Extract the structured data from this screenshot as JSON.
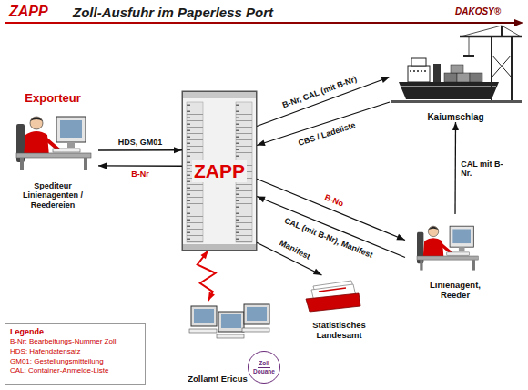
{
  "diagram": {
    "title": "Zoll-Ausfuhr im Paperless Port",
    "nodes": [
      {
        "text": [
          "Exporteur",
          "Spediteur Linienagenten / Reedereien"
        ]
      },
      {
        "text": [
          "ZAPP"
        ]
      },
      {
        "text": [
          "Kaiumschlag"
        ]
      },
      {
        "text": [
          "Linienagent, Reeder"
        ]
      },
      {
        "text": [
          "Statistisches Landesamt"
        ]
      },
      {
        "text": [
          "Zollamt Ericus"
        ]
      },
      {
        "text": [
          "Zoll",
          "Douane"
        ]
      }
    ],
    "edges": [
      {
        "from": 0,
        "to": 1,
        "label": "HDS, GM01",
        "arrow": "to"
      },
      {
        "from": 1,
        "to": 0,
        "label": "B-Nr",
        "arrow": "to"
      },
      {
        "from": 1,
        "to": 2,
        "label": "B-Nr, CAL (mit B-Nr)",
        "arrow": "to"
      },
      {
        "from": 2,
        "to": 1,
        "label": "CBS / Ladeliste",
        "arrow": "to"
      },
      {
        "from": 1,
        "to": 3,
        "label": "B-No",
        "arrow": "to"
      },
      {
        "from": 3,
        "to": 1,
        "label": "CAL (mit B-Nr), Manifest",
        "arrow": "to"
      },
      {
        "from": 3,
        "to": 2,
        "label": "CAL mit B-Nr.",
        "arrow": "to"
      },
      {
        "from": 1,
        "to": 4,
        "label": "Manifest",
        "arrow": "to"
      },
      {
        "from": 1,
        "to": 5,
        "arrow": "both"
      }
    ],
    "labels": [
      "ZAPP",
      "DAKOSY®",
      "Legende"
    ],
    "legend": [
      {
        "text": "B-Nr: Bearbeitungs-Nummer Zoll"
      },
      {
        "text": "HDS: Hafendatensatz"
      },
      {
        "text": "GM01: Gestellungsmitteilung"
      },
      {
        "text": "CAL: Container-Anmelde-Liste"
      }
    ]
  }
}
